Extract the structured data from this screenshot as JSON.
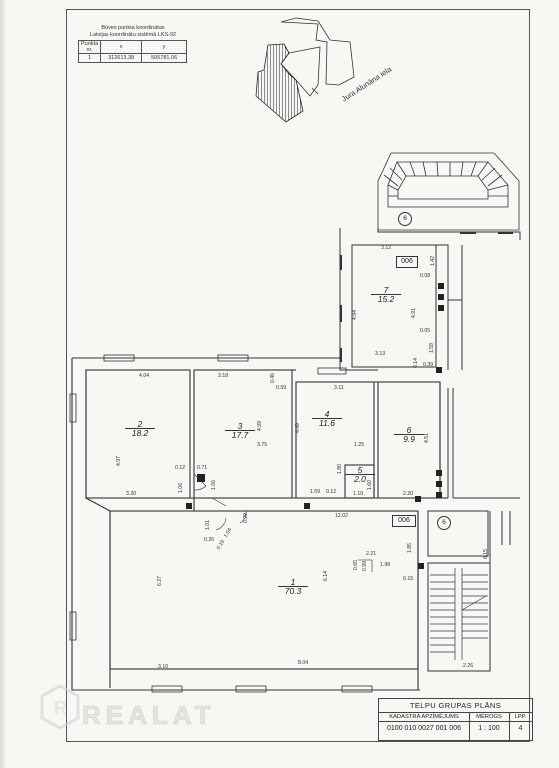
{
  "coordinates": {
    "title_line1": "Būves punkta koordinātas",
    "title_line2": "Latvijas koordinātu sistēmā LKS-92",
    "headers": [
      "Punkta nr.",
      "x",
      "y"
    ],
    "rows": [
      [
        "1",
        "312613.38",
        "506781.06"
      ]
    ]
  },
  "street_label": "Jura Alunāna iela",
  "rooms": [
    {
      "num": "1",
      "area": "70.3"
    },
    {
      "num": "2",
      "area": "18.2"
    },
    {
      "num": "3",
      "area": "17.7"
    },
    {
      "num": "4",
      "area": "11.6"
    },
    {
      "num": "5",
      "area": "2.0"
    },
    {
      "num": "6",
      "area": "9.9"
    },
    {
      "num": "7",
      "area": "15.2"
    }
  ],
  "group_labels": {
    "upper": "006",
    "lower": "006"
  },
  "entrance_marks": {
    "top": "6",
    "bottom": "6"
  },
  "dimensions": {
    "r7": [
      "3.12",
      "1.42",
      "0.08",
      "4.94",
      "4.91",
      "0.05",
      "1.59",
      "3.13",
      "0.14",
      "0.39"
    ],
    "r2": [
      "4.04",
      "4.97",
      "0.12",
      "3.20",
      "0.71",
      "1.06"
    ],
    "r3": [
      "3.18",
      "0.46",
      "0.59",
      "4.99",
      "3.75",
      "1.06"
    ],
    "r4": [
      "3.11",
      "4.49",
      "1.25",
      "1.80",
      "0.12",
      "1.60",
      "1.09"
    ],
    "r5": [
      "1.10"
    ],
    "r6": [
      "4.51",
      "2.20"
    ],
    "r1": [
      "1.01",
      "0.29",
      "0.26",
      "1.04",
      "0.16",
      "12.02",
      "1.85",
      "2.21",
      "0.65",
      "0.99",
      "1.98",
      "6.14",
      "0.15",
      "6.27",
      "3.10",
      "8.04",
      "6.15",
      "2.26"
    ]
  },
  "title_block": {
    "plan_title": "TELPU GRUPAS PLĀNS",
    "cadastre_label": "KADASTRA APZĪMĒJUMS",
    "cadastre_value": "0100 010 0027 001 006",
    "scale_label": "MĒROGS",
    "scale_value": "1 : 100",
    "page_label": "LPP.",
    "page_value": "4"
  },
  "watermark": "REALAT"
}
